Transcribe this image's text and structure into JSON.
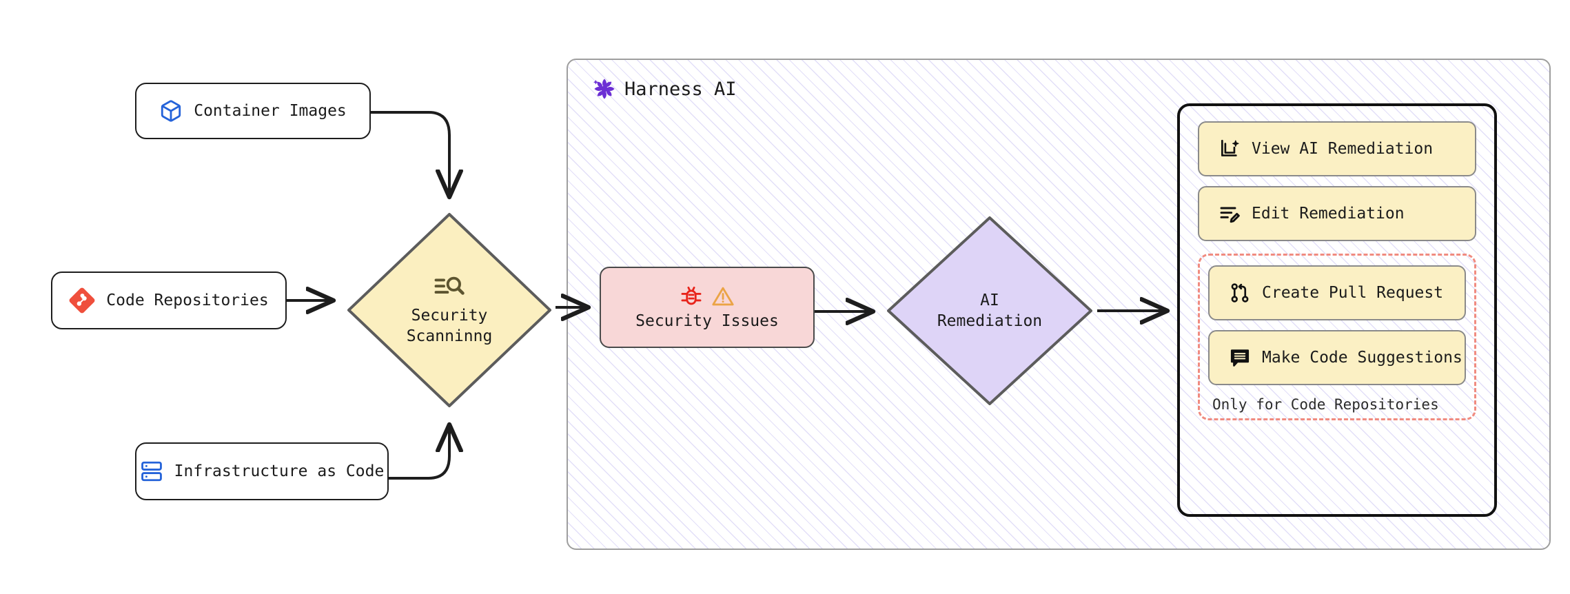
{
  "diagram": {
    "title": "Harness AI security scanning and remediation flow",
    "type": "flowchart"
  },
  "harness_group": {
    "label": "Harness AI",
    "icon": "harness-logo-icon",
    "accent_color": "#6c2fd4",
    "background": "#ffffff",
    "hatch_color": "#c9c4ef",
    "border_color": "#9e9e9e"
  },
  "sources": [
    {
      "label": "Container Images",
      "icon": "cube-icon",
      "icon_color": "#2563d9"
    },
    {
      "label": "Code Repositories",
      "icon": "git-icon",
      "icon_color": "#ef4f3c"
    },
    {
      "label": "Infrastructure as Code",
      "icon": "server-icon",
      "icon_color": "#2563d9"
    }
  ],
  "process": {
    "security_scanning": {
      "label": "Security\nScanninng",
      "icon": "scan-search-icon",
      "fill": "#fbefc0",
      "border": "#5c5c5c",
      "shape": "diamond"
    },
    "security_issues": {
      "label": "Security Issues",
      "icons": [
        "bug-icon",
        "warning-triangle-icon"
      ],
      "icon_colors": [
        "#e8241b",
        "#eba446"
      ],
      "fill": "#f8d7d7",
      "border": "#4a4a4a",
      "shape": "rounded-rect"
    },
    "ai_remediation": {
      "label": "AI\nRemediation",
      "fill": "#ded4f7",
      "border": "#5c5c5c",
      "shape": "diamond"
    }
  },
  "actions": {
    "border_color": "#111111",
    "button_fill": "#fbf0c4",
    "items": [
      {
        "label": "View AI Remediation",
        "icon": "ai-document-sparkle-icon",
        "repo_only": false
      },
      {
        "label": "Edit Remediation",
        "icon": "edit-lines-pencil-icon",
        "repo_only": false
      },
      {
        "label": "Create Pull Request",
        "icon": "pull-request-icon",
        "repo_only": true
      },
      {
        "label": "Make Code Suggestions",
        "icon": "comment-lines-icon",
        "repo_only": true
      }
    ],
    "repo_only_group": {
      "caption": "Only for Code Repositories",
      "border_color": "#f08b80",
      "border_style": "dashed"
    }
  },
  "edges": [
    {
      "from": "Container Images",
      "to": "Security Scanninng",
      "style": "curved-arrow"
    },
    {
      "from": "Code Repositories",
      "to": "Security Scanninng",
      "style": "straight-arrow"
    },
    {
      "from": "Infrastructure as Code",
      "to": "Security Scanninng",
      "style": "curved-arrow"
    },
    {
      "from": "Security Scanninng",
      "to": "Security Issues",
      "style": "straight-arrow"
    },
    {
      "from": "Security Issues",
      "to": "AI Remediation",
      "style": "straight-arrow"
    },
    {
      "from": "AI Remediation",
      "to": "Actions",
      "style": "straight-arrow"
    }
  ]
}
